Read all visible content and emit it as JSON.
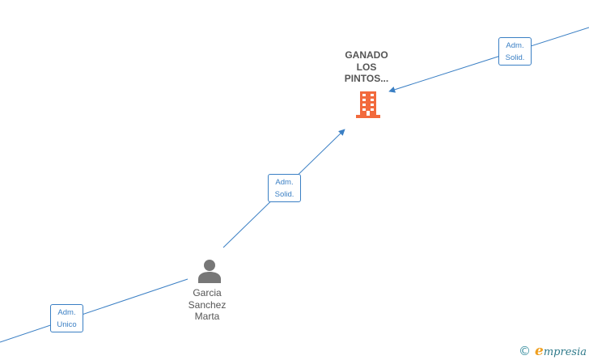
{
  "nodes": {
    "company": {
      "label_lines": [
        "GANADO",
        "LOS",
        "PINTOS..."
      ],
      "icon": "building-icon",
      "color": "#f26a3d"
    },
    "person": {
      "label_lines": [
        "Garcia",
        "Sanchez",
        "Marta"
      ],
      "icon": "person-icon",
      "color": "#777777"
    }
  },
  "edges": [
    {
      "from": "offscreen-top-right",
      "to": "company",
      "label_lines": [
        "Adm.",
        "Solid."
      ]
    },
    {
      "from": "person",
      "to": "company",
      "label_lines": [
        "Adm.",
        "Solid."
      ]
    },
    {
      "from": "offscreen-bottom-left",
      "to": "person",
      "label_lines": [
        "Adm.",
        "Unico"
      ]
    }
  ],
  "edge_color": "#3a7fc4",
  "footer": {
    "copyright_symbol": "©",
    "brand_initial": "e",
    "brand_rest": "mpresia"
  }
}
